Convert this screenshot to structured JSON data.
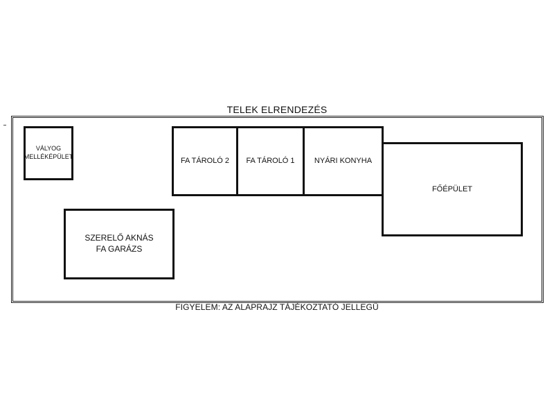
{
  "title": "TELEK ELRENDEZÉS",
  "note": "FIGYELEM: AZ ALAPRAJZ TÁJÉKOZTATÓ JELLEGŰ",
  "buildings": {
    "valyog": "VÁLYOG\nMELLÉKÉPÜLET",
    "fa_tarolo_2": "FA TÁROLÓ 2",
    "fa_tarolo_1": "FA TÁROLÓ 1",
    "nyari_konyha": "NYÁRI KONYHA",
    "foepulet": "FŐÉPÜLET",
    "garazs": "SZERELŐ AKNÁS\nFA GARÁZS"
  },
  "colors": {
    "line": "#111111",
    "background": "#ffffff"
  }
}
